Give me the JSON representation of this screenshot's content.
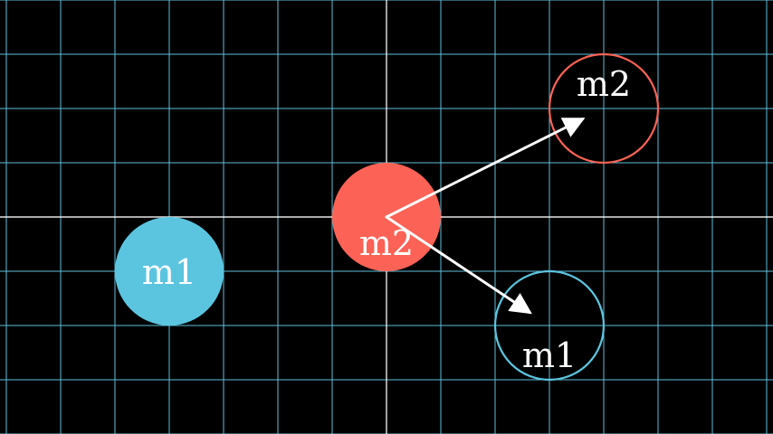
{
  "colors": {
    "background": "#000000",
    "grid": "#5ec1dd",
    "axis": "#ffffff",
    "m1": "#5bc5e0",
    "m2": "#fc6255",
    "arrow": "#ffffff",
    "label": "#ffffff"
  },
  "grid": {
    "spacing_units": 1,
    "x_range": [
      -7,
      7
    ],
    "y_range": [
      -4,
      4
    ]
  },
  "bodies": [
    {
      "id": "m1-solid",
      "label": "m1",
      "x": -4,
      "y": -1,
      "radius": 1,
      "style": "filled",
      "color_key": "m1"
    },
    {
      "id": "m2-solid",
      "label": "m2",
      "x": 0,
      "y": 0,
      "radius": 1,
      "style": "filled",
      "color_key": "m2"
    },
    {
      "id": "m2-outline",
      "label": "m2",
      "x": 4,
      "y": 2,
      "radius": 1,
      "style": "outline",
      "color_key": "m2"
    },
    {
      "id": "m1-outline",
      "label": "m1",
      "x": 3,
      "y": -2,
      "radius": 1,
      "style": "outline",
      "color_key": "m1"
    }
  ],
  "arrows": [
    {
      "id": "arrow-to-m2",
      "from": [
        0,
        0
      ],
      "to": [
        4,
        2
      ]
    },
    {
      "id": "arrow-to-m1",
      "from": [
        0,
        0
      ],
      "to": [
        3,
        -2
      ]
    }
  ]
}
